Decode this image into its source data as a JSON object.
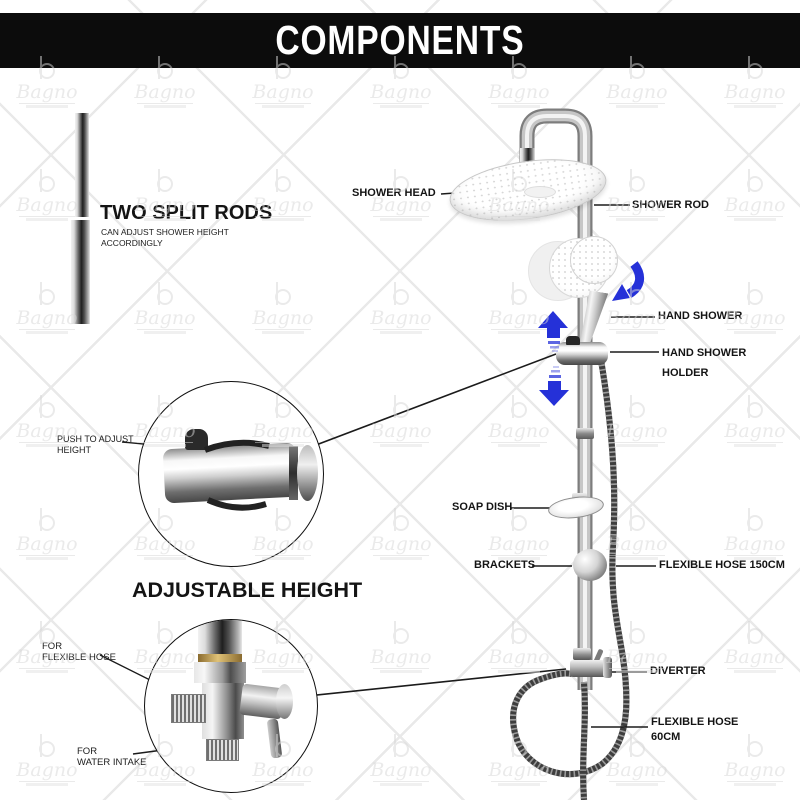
{
  "banner": {
    "title": "COMPONENTS"
  },
  "left_detail": {
    "heading": "TWO SPLIT RODS",
    "description_line1": "CAN ADJUST SHOWER HEIGHT",
    "description_line2": "ACCORDINGLY"
  },
  "part_labels": {
    "shower_head": "SHOWER HEAD",
    "shower_rod": "SHOWER ROD",
    "hand_shower": "HAND SHOWER",
    "hand_shower_holder_line1": "HAND SHOWER",
    "hand_shower_holder_line2": "HOLDER",
    "soap_dish": "SOAP DISH",
    "brackets": "BRACKETS",
    "flexible_hose_150": "FLEXIBLE HOSE 150CM",
    "diverter": "DIVERTER",
    "flexible_hose_60_line1": "FLEXIBLE HOSE",
    "flexible_hose_60_line2": "60CM"
  },
  "callouts": {
    "adjustable_height_title": "ADJUSTABLE HEIGHT",
    "push_to_adjust_line1": "PUSH TO ADJUST",
    "push_to_adjust_line2": "HEIGHT",
    "for_flexible_hose_line1": "FOR",
    "for_flexible_hose_line2": "FLEXIBLE HOSE",
    "for_water_intake_line1": "FOR",
    "for_water_intake_line2": "WATER INTAKE"
  },
  "watermark": {
    "brand": "Bagno"
  },
  "colors": {
    "arrow_blue": "#2531d8",
    "banner_bg": "#0c0c0c",
    "line_black": "#1b1b1b"
  }
}
